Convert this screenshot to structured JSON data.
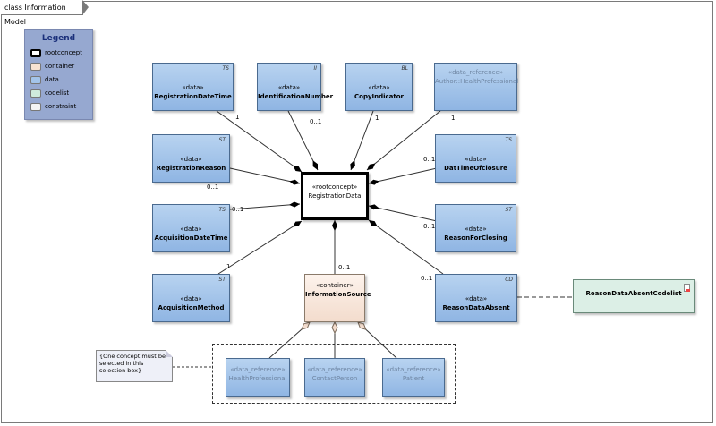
{
  "frame": {
    "title": "class Information Model"
  },
  "legend": {
    "title": "Legend",
    "items": [
      {
        "label": "rootconcept",
        "color": "#ffffff"
      },
      {
        "label": "container",
        "color": "#f7e2d2"
      },
      {
        "label": "data",
        "color": "#a3c4ea"
      },
      {
        "label": "codelist",
        "color": "#cfeadc"
      },
      {
        "label": "constraint",
        "color": "#f4f4f4"
      }
    ]
  },
  "classes": {
    "registration_date_time": {
      "stereotype": "«data»",
      "name": "RegistrationDateTime",
      "badge": "TS"
    },
    "identification_number": {
      "stereotype": "«data»",
      "name": "IdentificationNumber",
      "badge": "II"
    },
    "copy_indicator": {
      "stereotype": "«data»",
      "name": "CopyIndicator",
      "badge": "BL"
    },
    "author": {
      "stereotype": "«data_reference»",
      "name": "Author::HealthProfessional"
    },
    "registration_reason": {
      "stereotype": "«data»",
      "name": "RegistrationReason",
      "badge": "ST"
    },
    "date_time_of_closure": {
      "stereotype": "«data»",
      "name": "DatTimeOfclosure",
      "badge": "TS"
    },
    "registration_data": {
      "stereotype": "«rootconcept»",
      "name": "RegistrationData"
    },
    "acquisition_date_time": {
      "stereotype": "«data»",
      "name": "AcquisitionDateTime",
      "badge": "TS"
    },
    "reason_for_closing": {
      "stereotype": "«data»",
      "name": "ReasonForClosing",
      "badge": "ST"
    },
    "acquisition_method": {
      "stereotype": "«data»",
      "name": "AcquisitionMethod",
      "badge": "ST"
    },
    "information_source": {
      "stereotype": "«container»",
      "name": "InformationSource"
    },
    "reason_data_absent": {
      "stereotype": "«data»",
      "name": "ReasonDataAbsent",
      "badge": "CD"
    },
    "reason_data_absent_codelist": {
      "name": "ReasonDataAbsentCodelist"
    },
    "health_professional": {
      "stereotype": "«data_reference»",
      "name": "HealthProfessional"
    },
    "contact_person": {
      "stereotype": "«data_reference»",
      "name": "ContactPerson"
    },
    "patient": {
      "stereotype": "«data_reference»",
      "name": "Patient"
    }
  },
  "multiplicities": {
    "registration_date_time": "1",
    "identification_number": "0..1",
    "copy_indicator": "1",
    "author": "1",
    "registration_reason": "0..1",
    "date_time_of_closure": "0..1",
    "acquisition_date_time": "0..1",
    "reason_for_closing": "0..1",
    "acquisition_method": "1",
    "information_source": "0..1",
    "reason_data_absent": "0..1"
  },
  "note": {
    "text": "{One concept must be selected in this selection box}"
  }
}
